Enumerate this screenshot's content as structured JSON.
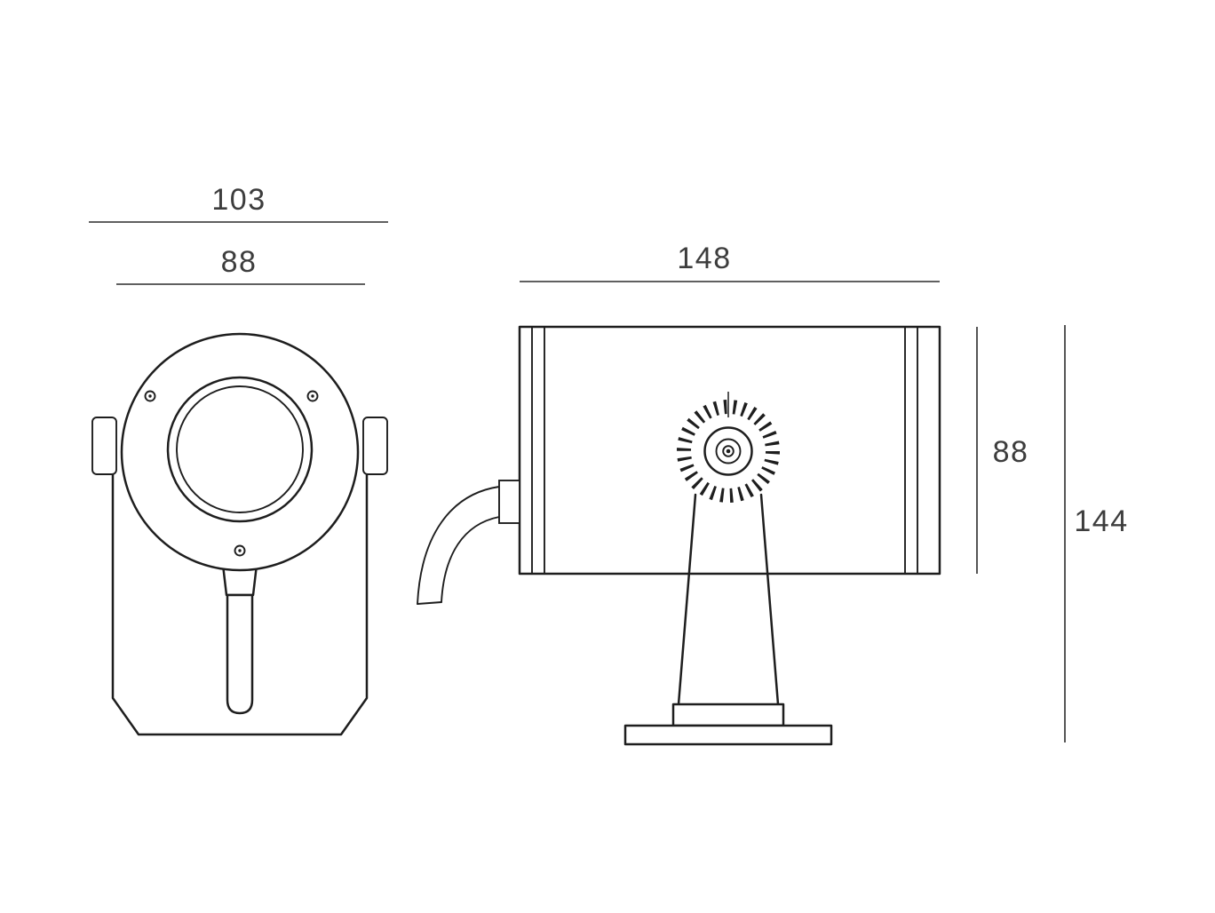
{
  "canvas": {
    "background": "#ffffff",
    "line_color": "#1e1e1e",
    "dimension_text_color": "#3d3d3d"
  },
  "front_view": {
    "dimensions": {
      "overall_width": "103",
      "body_width": "88"
    }
  },
  "side_view": {
    "dimensions": {
      "overall_length": "148",
      "body_height": "88",
      "overall_height": "144"
    }
  }
}
